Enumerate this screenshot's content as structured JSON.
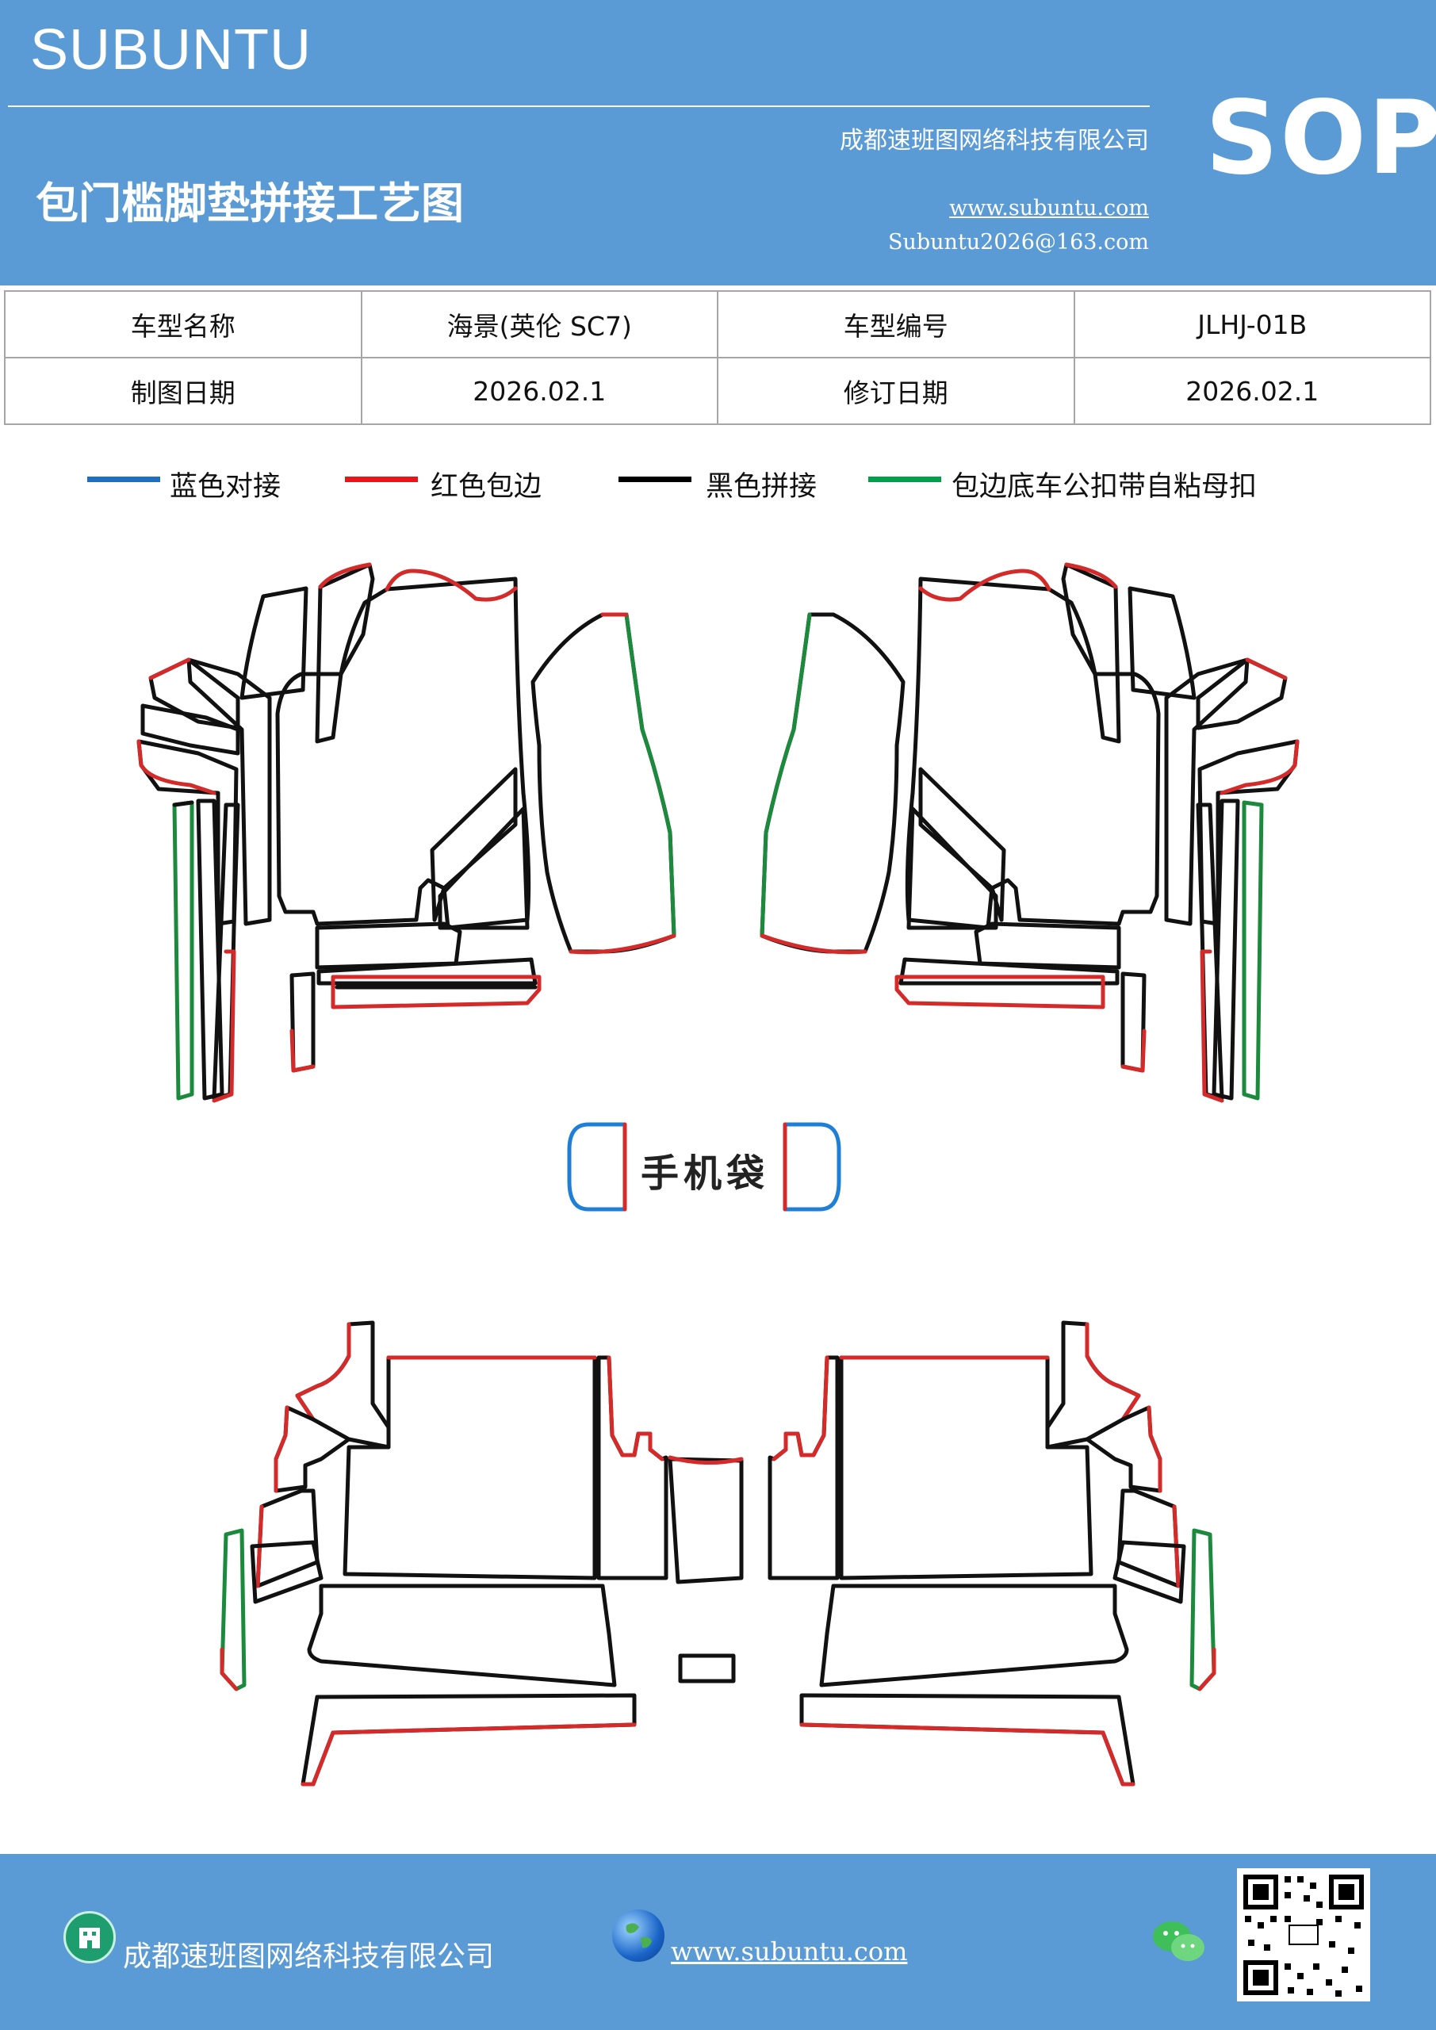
{
  "header": {
    "brand": "SUBUNTU",
    "company": "成都速班图网络科技有限公司",
    "title": "包门槛脚垫拼接工艺图",
    "website": "www.subuntu.com",
    "email": "Subuntu2026@163.com",
    "badge": "SOP"
  },
  "info_table": {
    "rows": [
      [
        "车型名称",
        "海景(英伦 SC7)",
        "车型编号",
        "JLHJ-01B"
      ],
      [
        "制图日期",
        "2026.02.1",
        "修订日期",
        "2026.02.1"
      ]
    ]
  },
  "legend": [
    {
      "label": "蓝色对接",
      "color": "#1f6fbf"
    },
    {
      "label": "红色包边",
      "color": "#e8161b"
    },
    {
      "label": "黑色拼接",
      "color": "#000000"
    },
    {
      "label": "包边底车公扣带自粘母扣",
      "color": "#00a04a"
    }
  ],
  "diagram": {
    "pocket_label": "手机袋",
    "stroke_colors": {
      "outline": "#111111",
      "edge": "#d42a2a",
      "seam": "#1b8a3c",
      "join": "#1f7fd6"
    }
  },
  "footer": {
    "company": "成都速班图网络科技有限公司",
    "website": "www.subuntu.com",
    "building_icon": "building-icon",
    "globe_icon": "globe-icon",
    "wechat_icon": "wechat-icon"
  }
}
